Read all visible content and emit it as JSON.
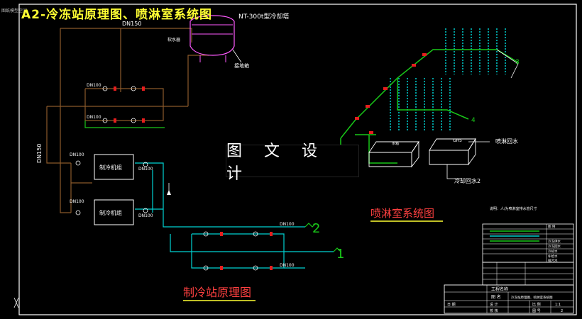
{
  "page": {
    "title": "A2-冷冻站原理图、喷淋室系统图",
    "cad_tag": "图纸模型空间"
  },
  "watermark": "图 文 设 计",
  "station": {
    "label_tower": "NT-300t型冷却塔",
    "label_dn150_top": "DN150",
    "label_dn150_side": "DN150",
    "label_ground": "接地箱",
    "label_softener": "软水器",
    "chiller1": "制冷机组",
    "chiller2": "制冷机组",
    "pipe_sizes": [
      "DN100",
      "DN100",
      "DN100",
      "DN100",
      "DN100",
      "DN100",
      "DN100",
      "DN100"
    ],
    "port1": "1",
    "port2": "2",
    "caption": "制冷站原理图"
  },
  "spray": {
    "label_spray_return": "喷淋回水",
    "label_chilled_return": "冷却回水2",
    "label_tank1": "水箱",
    "label_tank2": "GH5",
    "tower_num_top": "3",
    "tower_num_bottom": "4",
    "caption": "喷淋室系统图",
    "note": "说明：人/为喷淋室排水管尺寸"
  },
  "legend": {
    "rows": [
      "图 例",
      "",
      "",
      "冷冻供水",
      "冷冻回水",
      "冷却水",
      "补给水",
      "排污水"
    ]
  },
  "titleblock": {
    "project": "工程名称",
    "drawing": "图 名",
    "drawing_title": "冷冻站原理图、喷淋室系统图",
    "design": "设 计",
    "check": "校 核",
    "scale": "比 例",
    "scale_val": "1:1",
    "sheet": "图 号",
    "sheet_val": "2",
    "date": "日 期"
  },
  "colors": {
    "background": "#000000",
    "frame": "#ffffff",
    "pipe_brown": "#8b5a2b",
    "pipe_cyan": "#00d2d2",
    "pipe_green": "#19c819",
    "valve_red": "#e61e1e",
    "caption_red": "#ff4040",
    "title_yellow": "#ffff33",
    "tower_magenta": "#ff5aff"
  }
}
